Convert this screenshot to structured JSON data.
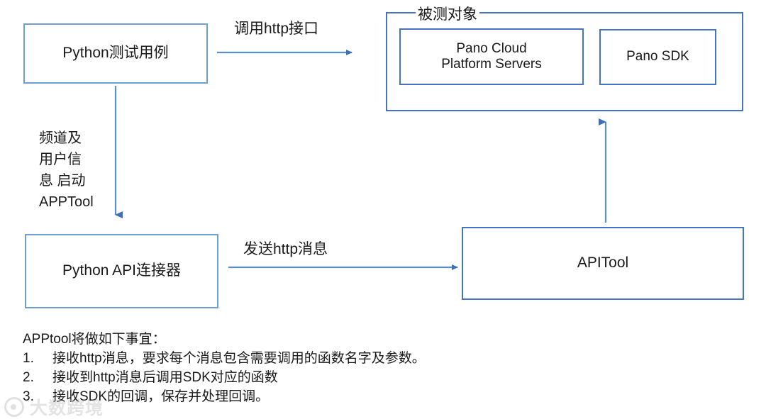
{
  "diagram": {
    "nodes": {
      "python_testcase": "Python测试用例",
      "python_api_connector": "Python API连接器",
      "apitool": "APITool",
      "target_group_title": "被测对象",
      "pano_cloud": "Pano Cloud\nPlatform Servers",
      "pano_sdk": "Pano SDK"
    },
    "edges": {
      "http_call": "调用http接口",
      "send_http": "发送http消息",
      "channel_user_info": "频道及\n用户信\n息 启动\nAPPTool"
    },
    "colors": {
      "box_border_light": "#6f9fd0",
      "box_border_strong": "#4472c4",
      "arrow": "#5b8fc9",
      "text": "#1a1a1a",
      "background": "#ffffff"
    }
  },
  "notes": {
    "heading": "APPtool将做如下事宜：",
    "items": [
      {
        "num": "1.",
        "text": "接收http消息，要求每个消息包含需要调用的函数名字及参数。"
      },
      {
        "num": "2.",
        "text": "接收到http消息后调用SDK对应的函数"
      },
      {
        "num": "3.",
        "text": "接收SDK的回调，保存并处理回调。"
      }
    ]
  },
  "watermark": {
    "text": "大数跨境"
  }
}
